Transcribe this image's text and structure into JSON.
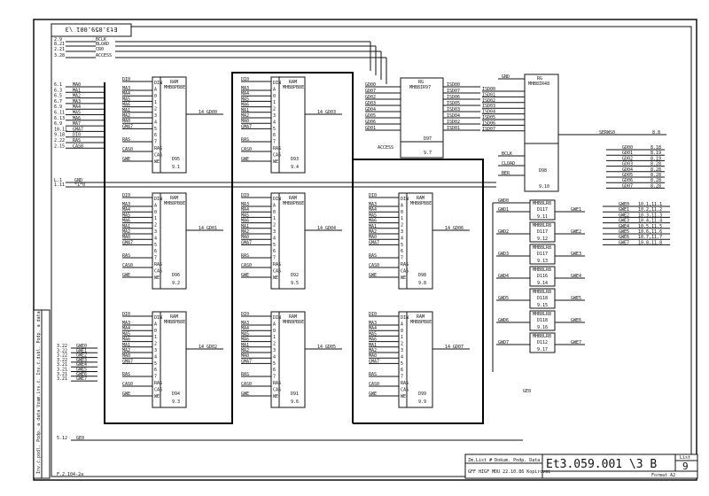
{
  "drawing": {
    "number": "Et3.059.001 \\3 B",
    "number_mirrored": "Et3.059.001 \\3",
    "sheet_label": "List",
    "sheet": "9",
    "title_row1": "Zm.List # Dokum. Podp. Data",
    "title_row2": "GFF HIGF MDU  22.10.86  Kopirovai",
    "format": "Format A2",
    "left_strip": "Inv.č.podl.  Podp. a data  Vzam.inv.č.  Inv.č.dubl.  Podp. a data",
    "corner_code": "F.2.104-2a"
  },
  "inputs": [
    {
      "pin": "2.9",
      "name": "BCLK"
    },
    {
      "pin": "8.21",
      "name": "BLOAD"
    },
    {
      "pin": "2.21",
      "name": "CR0"
    },
    {
      "pin": "3.28",
      "name": "ACCESS"
    }
  ],
  "address_inputs": [
    {
      "pin": "6.1",
      "name": "MA0"
    },
    {
      "pin": "6.3",
      "name": "MA1"
    },
    {
      "pin": "6.5",
      "name": "MA2"
    },
    {
      "pin": "6.7",
      "name": "MA3"
    },
    {
      "pin": "6.9",
      "name": "MA4"
    },
    {
      "pin": "6.11",
      "name": "MA5"
    },
    {
      "pin": "6.13",
      "name": "MA6"
    },
    {
      "pin": "6.9",
      "name": "MA7"
    },
    {
      "pin": "10.11",
      "name": "GMA7"
    },
    {
      "pin": "9.18",
      "name": "DI0"
    },
    {
      "pin": "2.22",
      "name": "RAS"
    },
    {
      "pin": "2.15",
      "name": "CAS0"
    }
  ],
  "ground_inputs": [
    {
      "pin": "L.1",
      "name": "GND"
    },
    {
      "pin": "1.11",
      "name": "*1*0"
    }
  ],
  "we_inputs": [
    {
      "pin": "3.22",
      "name": "GWE0"
    },
    {
      "pin": "3.22",
      "name": "GWE1"
    },
    {
      "pin": "3.22",
      "name": "GWE2"
    },
    {
      "pin": "3.22",
      "name": "GWE3"
    },
    {
      "pin": "3.21",
      "name": "GWE4"
    },
    {
      "pin": "3.21",
      "name": "GWE5"
    },
    {
      "pin": "3.21",
      "name": "GWE6"
    },
    {
      "pin": "3.21",
      "name": "GWE7"
    }
  ],
  "bottom_input": {
    "pin": "5.12",
    "name": "GE0"
  },
  "ram_part": "MHB8PB8E",
  "ram_pin_labels": [
    "DIN",
    "A",
    "0",
    "1",
    "2",
    "3",
    "4",
    "5",
    "6",
    "7",
    "RAS",
    "CAS",
    "WE"
  ],
  "ram_left_signals": [
    "DI0",
    "MA3",
    "MA4",
    "MA5",
    "MA6",
    "MA1",
    "MA2",
    "MA0",
    "GMA7",
    "RAS",
    "CAS0",
    "GWE"
  ],
  "rams": [
    {
      "id": "D95",
      "ref": "9.1",
      "data": "GD00"
    },
    {
      "id": "D93",
      "ref": "9.4",
      "data": "GD03"
    },
    {
      "id": "D96",
      "ref": "9.2",
      "data": "GD01"
    },
    {
      "id": "D92",
      "ref": "9.5",
      "data": "GD04"
    },
    {
      "id": "D98",
      "ref": "9.8",
      "data": "GD06"
    },
    {
      "id": "D94",
      "ref": "9.3",
      "data": "GD02"
    },
    {
      "id": "D91",
      "ref": "9.6",
      "data": "GD05"
    },
    {
      "id": "D99",
      "ref": "9.9",
      "data": "GD07"
    }
  ],
  "reg_d97": {
    "label": "RG",
    "part": "MHB8IR97",
    "id": "D97",
    "ref": "9.7",
    "inputs": [
      "GD00",
      "GD07",
      "GD02",
      "GD03",
      "GD04",
      "GD05",
      "GD06",
      "GD01"
    ],
    "outputs": [
      "ISD00",
      "ISD07",
      "ISD06",
      "ISD05",
      "ISD03",
      "ISD04",
      "ISD02",
      "ISD01"
    ],
    "clk": "ACCESS"
  },
  "reg_d98": {
    "label": "RG",
    "part": "MHB8IR48",
    "id": "D98",
    "ref": "9.10",
    "outputs": [
      "ISD00",
      "ISD01",
      "ISD02",
      "ISD03",
      "ISD04",
      "ISD05",
      "ISD06",
      "ISD07"
    ],
    "ctrl": [
      "GND",
      "BCLK",
      "CLOAD",
      "BER"
    ],
    "serial": "SERWS0",
    "serial_ref": "8.8"
  },
  "data_bus_out": [
    {
      "name": "GD00",
      "ref": "8.18"
    },
    {
      "name": "GD01",
      "ref": "8.19"
    },
    {
      "name": "GD02",
      "ref": "8.19"
    },
    {
      "name": "GD03",
      "ref": "8.28"
    },
    {
      "name": "GD04",
      "ref": "8.28"
    },
    {
      "name": "GD05",
      "ref": "8.28"
    },
    {
      "name": "GD06",
      "ref": "8.28"
    },
    {
      "name": "GD07",
      "ref": "8.28"
    }
  ],
  "gwe_gates": [
    {
      "id": "D117",
      "ref": "9.11",
      "in": "GWD1",
      "out": "GWE1"
    },
    {
      "id": "D117",
      "ref": "9.12",
      "in": "GWD2",
      "out": "GWE2"
    },
    {
      "id": "D117",
      "ref": "9.13",
      "in": "GWD3",
      "out": "GWE3"
    },
    {
      "id": "D116",
      "ref": "9.14",
      "in": "GWD4",
      "out": "GWE4"
    },
    {
      "id": "D118",
      "ref": "9.15",
      "in": "GWD5",
      "out": "GWE5"
    },
    {
      "id": "D118",
      "ref": "9.16",
      "in": "GWD6",
      "out": "GWE6"
    },
    {
      "id": "D112",
      "ref": "9.17",
      "in": "GWD7",
      "out": "GWE7"
    }
  ],
  "gate_part": "MHB8LR8",
  "gate_in_top": "GWD0",
  "gate_in_bottom": "GE0",
  "gwe_refs": [
    {
      "name": "GWE0",
      "ref": "10.1,11.1"
    },
    {
      "name": "GWE1",
      "ref": "10.2,11.2"
    },
    {
      "name": "GWE2",
      "ref": "10.3,11.3"
    },
    {
      "name": "GWE3",
      "ref": "10.4,11.4"
    },
    {
      "name": "GWE4",
      "ref": "10.5,11.5"
    },
    {
      "name": "GWE5",
      "ref": "10.6,11.6"
    },
    {
      "name": "GWE6",
      "ref": "10.7,11.7"
    },
    {
      "name": "GWE7",
      "ref": "10.8,11.8"
    }
  ]
}
